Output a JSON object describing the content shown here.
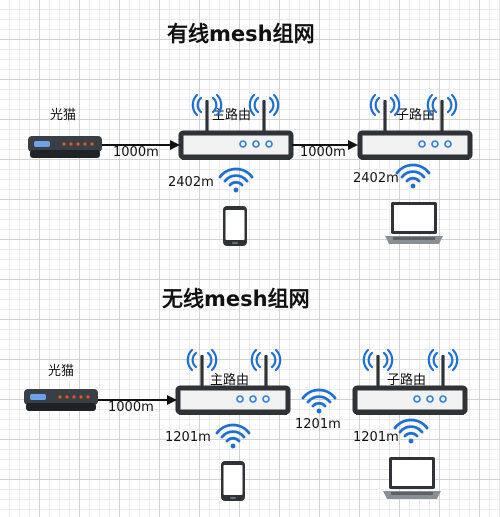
{
  "diagrams": {
    "wired": {
      "title": "有线mesh组网",
      "modem_label": "光猫",
      "main_router_label": "主路由",
      "sub_router_label": "子路由",
      "link_modem_main": "1000m",
      "link_main_sub": "1000m",
      "phone_wifi": "2402m",
      "laptop_wifi": "2402m"
    },
    "wireless": {
      "title": "无线mesh组网",
      "modem_label": "光猫",
      "main_router_label": "主路由",
      "sub_router_label": "子路由",
      "link_modem_main": "1000m",
      "backhaul_wifi": "1201m",
      "phone_wifi": "1201m",
      "laptop_wifi": "1201m"
    }
  },
  "colors": {
    "wifi_blue": "#1e6fd1",
    "device_dark": "#2f3338",
    "router_body": "#f2f2f2",
    "port_dots": "#2a7de1",
    "modem_lights": "#e05a1e"
  },
  "icons": [
    "modem-icon",
    "router-icon",
    "wifi-icon",
    "phone-icon",
    "laptop-icon",
    "arrow-icon"
  ]
}
